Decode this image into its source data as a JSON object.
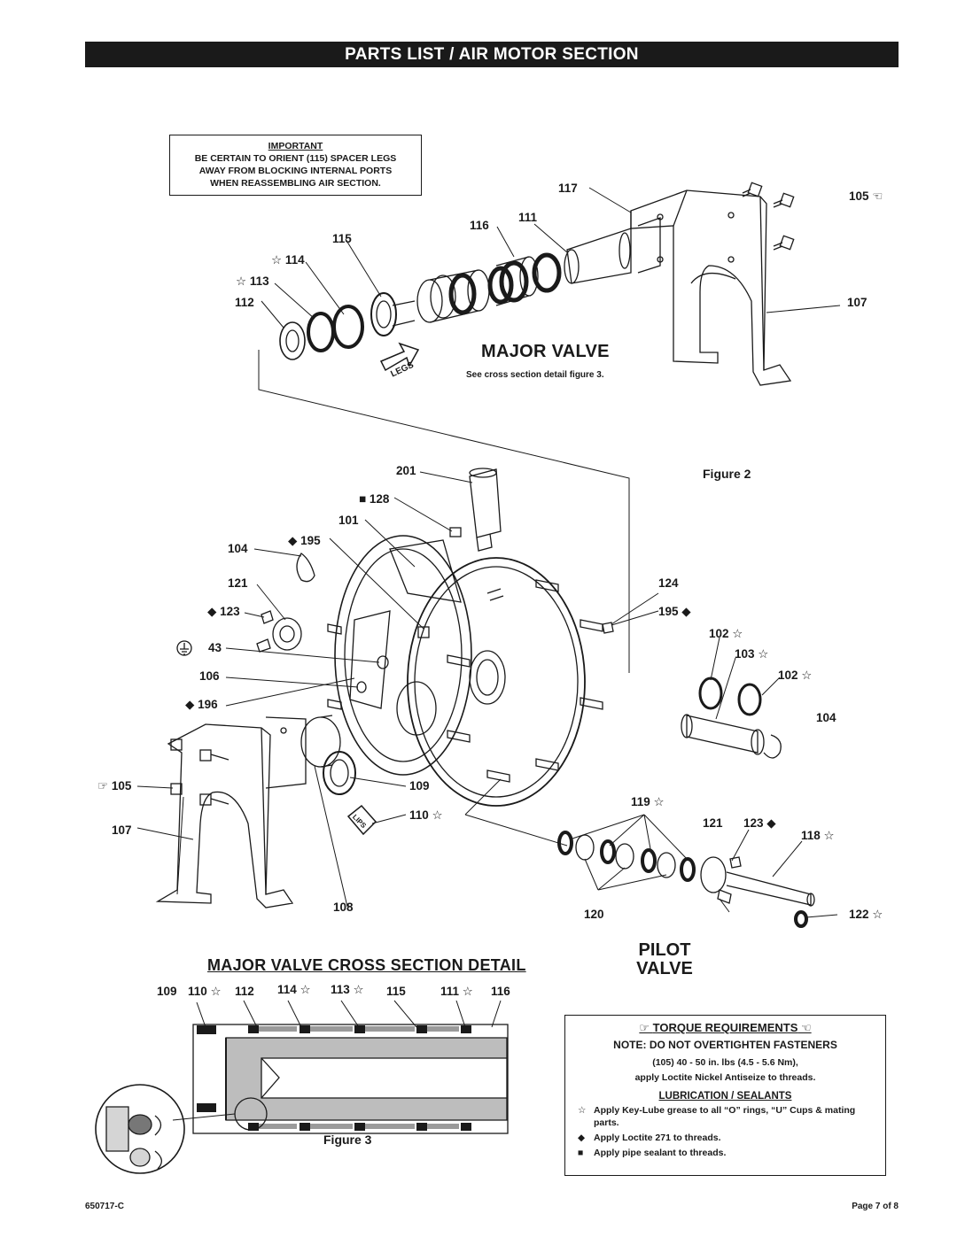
{
  "header": {
    "title": "PARTS LIST / AIR MOTOR SECTION"
  },
  "important": {
    "heading": "IMPORTANT",
    "line1": "BE CERTAIN TO ORIENT (115) SPACER LEGS",
    "line2": "AWAY FROM BLOCKING INTERNAL PORTS",
    "line3": "WHEN REASSEMBLING AIR SECTION."
  },
  "labels": {
    "l117": "117",
    "l111": "111",
    "l116": "116",
    "l105a": "105",
    "l115": "115",
    "l114": "114",
    "l113": "113",
    "l112": "112",
    "l107a": "107",
    "l201": "201",
    "l128": "128",
    "l101": "101",
    "l195a": "195",
    "l104a": "104",
    "l121a": "121",
    "l123a": "123",
    "l43": "43",
    "l106": "106",
    "l196": "196",
    "l105b": "105",
    "l107b": "107",
    "l108": "108",
    "l109a": "109",
    "l110a": "110",
    "l124": "124",
    "l195b": "195",
    "l102a": "102",
    "l103": "103",
    "l102b": "102",
    "l104b": "104",
    "l119": "119",
    "l121b": "121",
    "l123b": "123",
    "l118": "118",
    "l120": "120",
    "l122": "122"
  },
  "legs_tag": "LEGS",
  "lips_tag": "LIPS",
  "major_valve": {
    "title": "MAJOR VALVE",
    "note": "See cross section detail figure 3."
  },
  "figure2": "Figure 2",
  "pilot_valve": {
    "line1": "PILOT",
    "line2": "VALVE"
  },
  "cross_section": {
    "title": "MAJOR VALVE CROSS SECTION DETAIL",
    "callouts": [
      "109",
      "110",
      "112",
      "114",
      "113",
      "115",
      "111",
      "116"
    ],
    "figure": "Figure 3"
  },
  "torque": {
    "heading": "TORQUE REQUIREMENTS",
    "note": "NOTE: DO NOT OVERTIGHTEN FASTENERS",
    "line1": "(105) 40 - 50 in. lbs (4.5 - 5.6 Nm),",
    "line2": "apply Loctite Nickel Antiseize to threads.",
    "lub_heading": "LUBRICATION / SEALANTS",
    "legend": [
      {
        "symbol": "☆",
        "text": "Apply Key-Lube grease to all “O” rings, “U” Cups & mating parts."
      },
      {
        "symbol": "◆",
        "text": "Apply Loctite 271 to threads."
      },
      {
        "symbol": "■",
        "text": "Apply pipe sealant to threads."
      }
    ]
  },
  "footer": {
    "doc_number": "650717-C",
    "page": "Page  7 of 8"
  }
}
